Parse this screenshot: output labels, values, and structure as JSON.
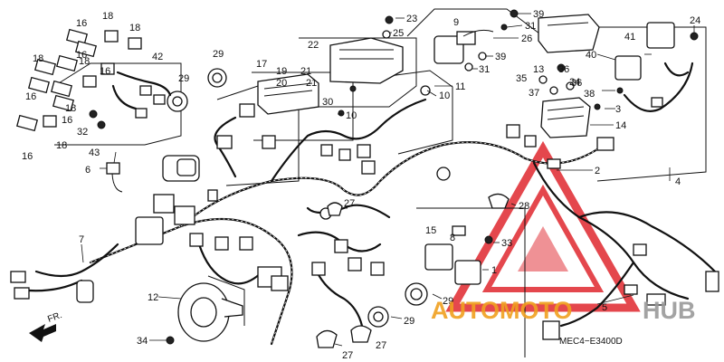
{
  "diagram": {
    "callouts": [
      "1",
      "2",
      "3",
      "4",
      "5",
      "6",
      "7",
      "8",
      "9",
      "10",
      "11",
      "12",
      "13",
      "14",
      "15",
      "16",
      "17",
      "18",
      "19",
      "20",
      "21",
      "22",
      "23",
      "24",
      "25",
      "26",
      "27",
      "28",
      "29",
      "30",
      "31",
      "32",
      "33",
      "34",
      "35",
      "36",
      "37",
      "38",
      "39",
      "40",
      "41",
      "42",
      "43"
    ],
    "diagram_code": "MEC4−E3400D",
    "direction_label": "FR."
  },
  "watermark": {
    "text_orange": "AUTOMOTO",
    "text_gray": "HUB",
    "color_orange": "#f0a020",
    "color_gray": "#9a9a9a",
    "logo_color": "#e0282e"
  }
}
